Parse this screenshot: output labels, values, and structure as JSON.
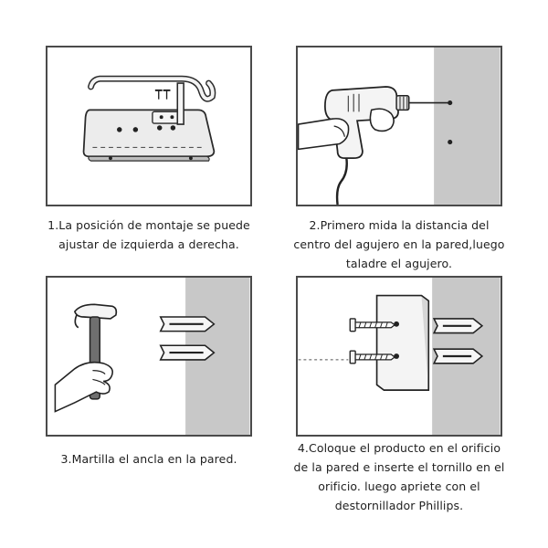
{
  "steps": [
    {
      "lines": [
        "1.La posición de montaje se puede",
        "ajustar de izquierda a derecha."
      ]
    },
    {
      "lines": [
        "2.Primero mida la distancia del",
        "centro del agujero en la pared,luego",
        "taladre el agujero."
      ]
    },
    {
      "lines": [
        "3.Martilla el ancla en la pared."
      ]
    },
    {
      "lines": [
        "4.Coloque el producto en el orificio",
        "de la pared e inserte el tornillo en el",
        "orificio. luego apriete con el",
        "destornillador Phillips."
      ]
    }
  ],
  "colors": {
    "frame": "#4a4a4a",
    "wall": "#c8c8c8",
    "ink": "#1f1f1f"
  },
  "icons": {
    "step1": "mount-bracket-illustration",
    "step2": "hand-drill-illustration",
    "step3": "hammer-anchor-illustration",
    "step4": "screw-mount-illustration"
  }
}
